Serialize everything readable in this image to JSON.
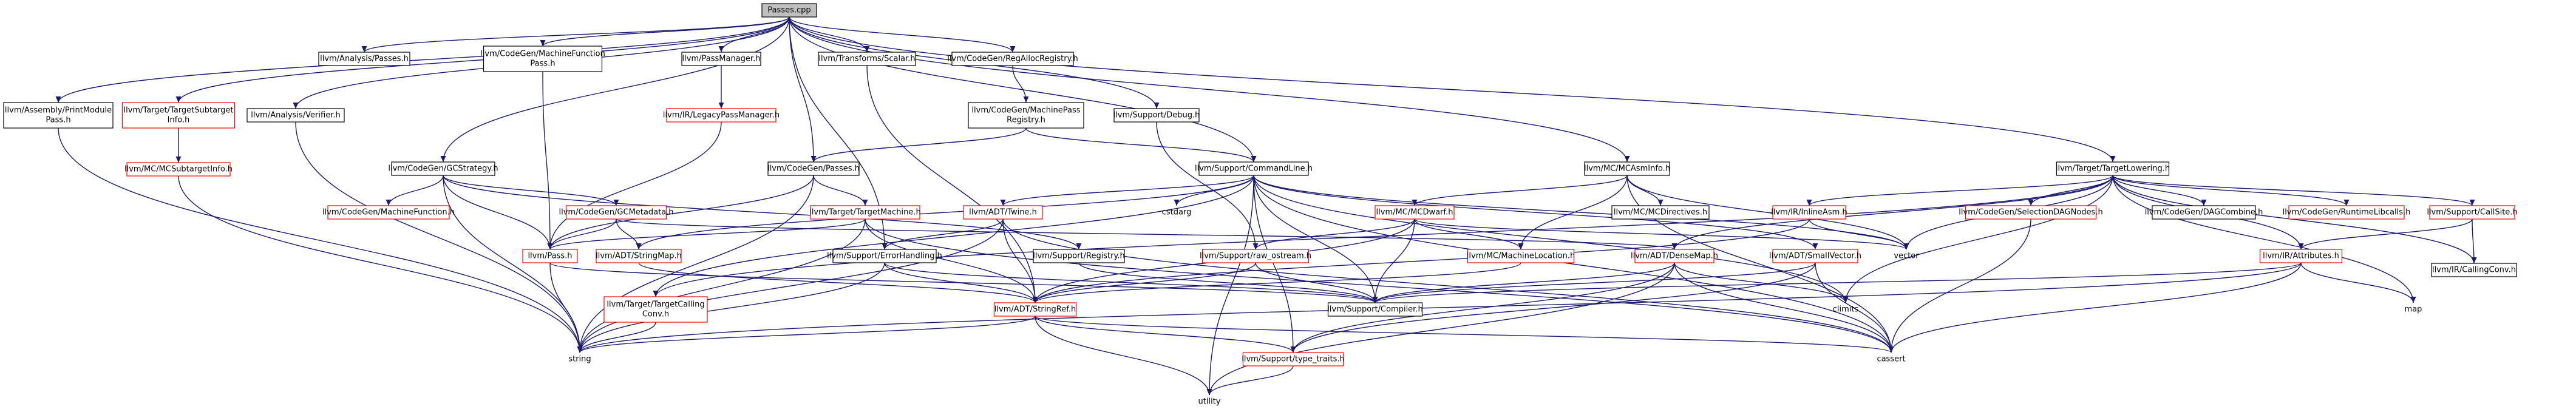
{
  "colors": {
    "edge": "#191970",
    "root_fill": "#bfbfbf",
    "normal_border": "#000000",
    "red_border": "#ff0000"
  },
  "nodes": [
    {
      "id": "root",
      "label": [
        "Passes.cpp"
      ],
      "style": "root"
    },
    {
      "id": "analysis_passes",
      "label": [
        "llvm/Analysis/Passes.h"
      ],
      "style": "normal"
    },
    {
      "id": "cg_mfpass",
      "label": [
        "llvm/CodeGen/MachineFunction",
        "Pass.h"
      ],
      "style": "normal"
    },
    {
      "id": "passmanager",
      "label": [
        "llvm/PassManager.h"
      ],
      "style": "normal"
    },
    {
      "id": "scalar",
      "label": [
        "llvm/Transforms/Scalar.h"
      ],
      "style": "normal"
    },
    {
      "id": "regalloc",
      "label": [
        "llvm/CodeGen/RegAllocRegistry.h"
      ],
      "style": "normal"
    },
    {
      "id": "asm_printmodule",
      "label": [
        "llvm/Assembly/PrintModule",
        "Pass.h"
      ],
      "style": "normal"
    },
    {
      "id": "target_subtarget",
      "label": [
        "llvm/Target/TargetSubtarget",
        "Info.h"
      ],
      "style": "red"
    },
    {
      "id": "analysis_verifier",
      "label": [
        "llvm/Analysis/Verifier.h"
      ],
      "style": "normal"
    },
    {
      "id": "ir_legacypm",
      "label": [
        "llvm/IR/LegacyPassManager.h"
      ],
      "style": "red"
    },
    {
      "id": "cg_mpr",
      "label": [
        "llvm/CodeGen/MachinePass",
        "Registry.h"
      ],
      "style": "normal"
    },
    {
      "id": "support_debug",
      "label": [
        "llvm/Support/Debug.h"
      ],
      "style": "normal"
    },
    {
      "id": "mc_subtarget",
      "label": [
        "llvm/MC/MCSubtargetInfo.h"
      ],
      "style": "red"
    },
    {
      "id": "cg_gcstrategy",
      "label": [
        "llvm/CodeGen/GCStrategy.h"
      ],
      "style": "normal"
    },
    {
      "id": "cg_passes",
      "label": [
        "llvm/CodeGen/Passes.h"
      ],
      "style": "normal"
    },
    {
      "id": "support_cmdline",
      "label": [
        "llvm/Support/CommandLine.h"
      ],
      "style": "normal"
    },
    {
      "id": "mc_asminfo",
      "label": [
        "llvm/MC/MCAsmInfo.h"
      ],
      "style": "normal"
    },
    {
      "id": "target_lowering",
      "label": [
        "llvm/Target/TargetLowering.h"
      ],
      "style": "normal"
    },
    {
      "id": "cg_mf",
      "label": [
        "llvm/CodeGen/MachineFunction.h"
      ],
      "style": "red"
    },
    {
      "id": "cg_gcmeta",
      "label": [
        "llvm/CodeGen/GCMetadata.h"
      ],
      "style": "red"
    },
    {
      "id": "target_machine",
      "label": [
        "llvm/Target/TargetMachine.h"
      ],
      "style": "red"
    },
    {
      "id": "cstdarg",
      "label": [
        "cstdarg"
      ],
      "style": "plain"
    },
    {
      "id": "adt_twine",
      "label": [
        "llvm/ADT/Twine.h"
      ],
      "style": "red"
    },
    {
      "id": "mc_mcdwarf",
      "label": [
        "llvm/MC/MCDwarf.h"
      ],
      "style": "red"
    },
    {
      "id": "mc_directives",
      "label": [
        "llvm/MC/MCDirectives.h"
      ],
      "style": "normal"
    },
    {
      "id": "ir_inlineasm",
      "label": [
        "llvm/IR/InlineAsm.h"
      ],
      "style": "red"
    },
    {
      "id": "cg_seldag",
      "label": [
        "llvm/CodeGen/SelectionDAGNodes.h"
      ],
      "style": "red"
    },
    {
      "id": "cg_dagcombine",
      "label": [
        "llvm/CodeGen/DAGCombine.h"
      ],
      "style": "normal"
    },
    {
      "id": "cg_rtlibcalls",
      "label": [
        "llvm/CodeGen/RuntimeLibcalls.h"
      ],
      "style": "red"
    },
    {
      "id": "support_callsite",
      "label": [
        "llvm/Support/CallSite.h"
      ],
      "style": "red"
    },
    {
      "id": "pass_h",
      "label": [
        "llvm/Pass.h"
      ],
      "style": "red"
    },
    {
      "id": "adt_stringmap",
      "label": [
        "llvm/ADT/StringMap.h"
      ],
      "style": "red"
    },
    {
      "id": "support_errhandling",
      "label": [
        "llvm/Support/ErrorHandling.h"
      ],
      "style": "normal"
    },
    {
      "id": "support_registry",
      "label": [
        "llvm/Support/Registry.h"
      ],
      "style": "normal"
    },
    {
      "id": "support_raw",
      "label": [
        "llvm/Support/raw_ostream.h"
      ],
      "style": "red"
    },
    {
      "id": "mc_location",
      "label": [
        "llvm/MC/MachineLocation.h"
      ],
      "style": "red"
    },
    {
      "id": "adt_densemap",
      "label": [
        "llvm/ADT/DenseMap.h"
      ],
      "style": "red"
    },
    {
      "id": "adt_smallvec",
      "label": [
        "llvm/ADT/SmallVector.h"
      ],
      "style": "red"
    },
    {
      "id": "vector",
      "label": [
        "vector"
      ],
      "style": "plain"
    },
    {
      "id": "ir_attributes",
      "label": [
        "llvm/IR/Attributes.h"
      ],
      "style": "red"
    },
    {
      "id": "ir_callconv",
      "label": [
        "llvm/IR/CallingConv.h"
      ],
      "style": "normal"
    },
    {
      "id": "target_callconv",
      "label": [
        "llvm/Target/TargetCalling",
        "Conv.h"
      ],
      "style": "red"
    },
    {
      "id": "adt_stringref",
      "label": [
        "llvm/ADT/StringRef.h"
      ],
      "style": "red"
    },
    {
      "id": "support_compiler",
      "label": [
        "llvm/Support/Compiler.h"
      ],
      "style": "normal"
    },
    {
      "id": "climits",
      "label": [
        "climits"
      ],
      "style": "plain"
    },
    {
      "id": "map",
      "label": [
        "map"
      ],
      "style": "plain"
    },
    {
      "id": "string",
      "label": [
        "string"
      ],
      "style": "plain"
    },
    {
      "id": "support_typetraits",
      "label": [
        "llvm/Support/type_traits.h"
      ],
      "style": "red"
    },
    {
      "id": "cassert",
      "label": [
        "cassert"
      ],
      "style": "plain"
    },
    {
      "id": "utility",
      "label": [
        "utility"
      ],
      "style": "plain"
    }
  ],
  "edges": [
    [
      "root",
      "asm_printmodule"
    ],
    [
      "root",
      "analysis_passes"
    ],
    [
      "root",
      "target_subtarget"
    ],
    [
      "root",
      "analysis_verifier"
    ],
    [
      "root",
      "cg_mfpass"
    ],
    [
      "root",
      "passmanager"
    ],
    [
      "root",
      "scalar"
    ],
    [
      "root",
      "regalloc"
    ],
    [
      "root",
      "support_debug"
    ],
    [
      "root",
      "cg_gcstrategy"
    ],
    [
      "root",
      "cg_passes"
    ],
    [
      "root",
      "support_cmdline"
    ],
    [
      "root",
      "mc_asminfo"
    ],
    [
      "root",
      "target_lowering"
    ],
    [
      "root",
      "support_errhandling"
    ],
    [
      "passmanager",
      "ir_legacypm"
    ],
    [
      "regalloc",
      "cg_mpr"
    ],
    [
      "asm_printmodule",
      "string"
    ],
    [
      "target_subtarget",
      "mc_subtarget"
    ],
    [
      "analysis_verifier",
      "string"
    ],
    [
      "cg_mfpass",
      "pass_h"
    ],
    [
      "ir_legacypm",
      "pass_h"
    ],
    [
      "scalar",
      "adt_stringref"
    ],
    [
      "cg_mpr",
      "cg_passes"
    ],
    [
      "cg_mpr",
      "support_cmdline"
    ],
    [
      "support_debug",
      "support_raw"
    ],
    [
      "mc_subtarget",
      "string"
    ],
    [
      "cg_gcstrategy",
      "cg_mf"
    ],
    [
      "cg_gcstrategy",
      "cg_gcmeta"
    ],
    [
      "cg_gcstrategy",
      "support_registry"
    ],
    [
      "cg_gcstrategy",
      "pass_h"
    ],
    [
      "cg_gcstrategy",
      "string"
    ],
    [
      "cg_passes",
      "pass_h"
    ],
    [
      "cg_passes",
      "target_machine"
    ],
    [
      "cg_passes",
      "string"
    ],
    [
      "support_cmdline",
      "cstdarg"
    ],
    [
      "support_cmdline",
      "adt_twine"
    ],
    [
      "support_cmdline",
      "adt_stringmap"
    ],
    [
      "support_cmdline",
      "adt_smallvec"
    ],
    [
      "support_cmdline",
      "support_compiler"
    ],
    [
      "support_cmdline",
      "climits"
    ],
    [
      "support_cmdline",
      "vector"
    ],
    [
      "support_cmdline",
      "support_typetraits"
    ],
    [
      "support_cmdline",
      "cassert"
    ],
    [
      "support_cmdline",
      "utility"
    ],
    [
      "support_cmdline",
      "target_callconv"
    ],
    [
      "mc_asminfo",
      "mc_mcdwarf"
    ],
    [
      "mc_asminfo",
      "mc_directives"
    ],
    [
      "mc_asminfo",
      "mc_location"
    ],
    [
      "mc_asminfo",
      "vector"
    ],
    [
      "mc_asminfo",
      "cassert"
    ],
    [
      "target_lowering",
      "cg_dagcombine"
    ],
    [
      "target_lowering",
      "cg_rtlibcalls"
    ],
    [
      "target_lowering",
      "cg_seldag"
    ],
    [
      "target_lowering",
      "ir_inlineasm"
    ],
    [
      "target_lowering",
      "support_callsite"
    ],
    [
      "target_lowering",
      "ir_attributes"
    ],
    [
      "target_lowering",
      "ir_callconv"
    ],
    [
      "target_lowering",
      "vector"
    ],
    [
      "target_lowering",
      "map"
    ],
    [
      "target_lowering",
      "climits"
    ],
    [
      "target_lowering",
      "adt_densemap"
    ],
    [
      "target_lowering",
      "target_callconv"
    ],
    [
      "cg_gcmeta",
      "adt_stringmap"
    ],
    [
      "cg_gcmeta",
      "pass_h"
    ],
    [
      "cg_gcmeta",
      "adt_densemap"
    ],
    [
      "target_machine",
      "pass_h"
    ],
    [
      "target_machine",
      "adt_stringref"
    ],
    [
      "target_machine",
      "string"
    ],
    [
      "target_machine",
      "cassert"
    ],
    [
      "adt_twine",
      "adt_stringref"
    ],
    [
      "adt_twine",
      "support_errhandling"
    ],
    [
      "adt_twine",
      "string"
    ],
    [
      "adt_twine",
      "cassert"
    ],
    [
      "mc_mcdwarf",
      "adt_stringref"
    ],
    [
      "mc_mcdwarf",
      "support_raw"
    ],
    [
      "mc_mcdwarf",
      "support_compiler"
    ],
    [
      "mc_mcdwarf",
      "vector"
    ],
    [
      "mc_mcdwarf",
      "mc_location"
    ],
    [
      "ir_inlineasm",
      "adt_stringref"
    ],
    [
      "ir_inlineasm",
      "vector"
    ],
    [
      "cg_seldag",
      "cassert"
    ],
    [
      "support_callsite",
      "ir_attributes"
    ],
    [
      "support_callsite",
      "ir_callconv"
    ],
    [
      "ir_attributes",
      "support_compiler"
    ],
    [
      "ir_attributes",
      "map"
    ],
    [
      "ir_attributes",
      "string"
    ],
    [
      "ir_attributes",
      "cassert"
    ],
    [
      "pass_h",
      "string"
    ],
    [
      "pass_h",
      "support_compiler"
    ],
    [
      "adt_stringmap",
      "adt_stringref"
    ],
    [
      "support_errhandling",
      "adt_stringref"
    ],
    [
      "support_errhandling",
      "support_compiler"
    ],
    [
      "support_errhandling",
      "string"
    ],
    [
      "support_registry",
      "support_compiler"
    ],
    [
      "support_raw",
      "adt_stringref"
    ],
    [
      "support_raw",
      "support_compiler"
    ],
    [
      "mc_location",
      "adt_stringref"
    ],
    [
      "adt_densemap",
      "support_compiler"
    ],
    [
      "adt_densemap",
      "support_typetraits"
    ],
    [
      "adt_densemap",
      "climits"
    ],
    [
      "adt_densemap",
      "utility"
    ],
    [
      "adt_densemap",
      "cassert"
    ],
    [
      "adt_smallvec",
      "support_compiler"
    ],
    [
      "adt_smallvec",
      "support_typetraits"
    ],
    [
      "adt_smallvec",
      "cassert"
    ],
    [
      "target_callconv",
      "string"
    ],
    [
      "adt_stringref",
      "support_typetraits"
    ],
    [
      "adt_stringref",
      "string"
    ],
    [
      "adt_stringref",
      "utility"
    ],
    [
      "adt_stringref",
      "cassert"
    ],
    [
      "support_typetraits",
      "utility"
    ]
  ]
}
